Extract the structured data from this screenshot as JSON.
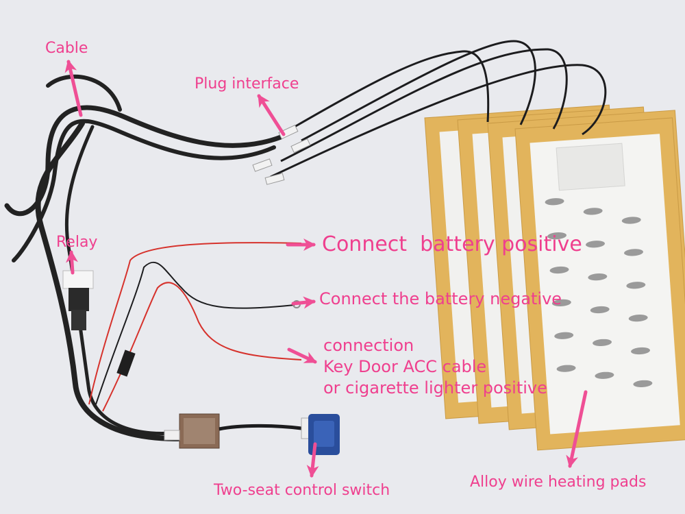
{
  "labels": {
    "cable": "Cable",
    "plug_interface": "Plug interface",
    "relay": "Relay",
    "battery_positive": "Connect  battery positive",
    "battery_negative": "Connect the battery negative",
    "acc_line1": "connection",
    "acc_line2": "Key Door ACC cable",
    "acc_line3": "or cigarette lighter positive",
    "control_switch": "Two-seat control switch",
    "heating_pads": "Alloy wire heating pads"
  },
  "colors": {
    "background": "#e9eaee",
    "label_pink": "#ef3f8e",
    "pad_tape": "#e2b45c",
    "pad_center": "#f1f1ef",
    "cable_black": "#1c1c1e",
    "wire_red": "#d6322c",
    "switch_blue": "#2a4e9c",
    "module_brown": "#8a6a55"
  }
}
